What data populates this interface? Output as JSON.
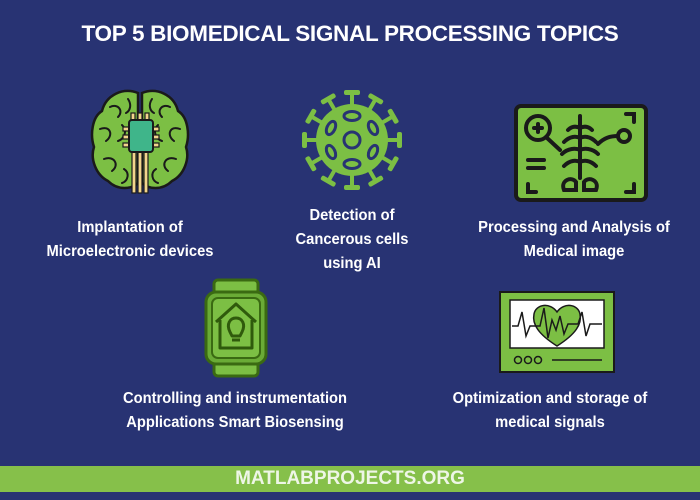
{
  "title": "TOP 5 BIOMEDICAL SIGNAL PROCESSING TOPICS",
  "topics": [
    {
      "label_lines": [
        "Implantation of",
        "Microelectronic devices"
      ],
      "icon": "brain-chip-icon"
    },
    {
      "label_lines": [
        "Detection of",
        "Cancerous cells",
        "using AI"
      ],
      "icon": "virus-cell-icon"
    },
    {
      "label_lines": [
        "Processing and Analysis of",
        "Medical image"
      ],
      "icon": "xray-scan-icon"
    },
    {
      "label_lines": [
        "Controlling and instrumentation",
        "Applications Smart Biosensing"
      ],
      "icon": "smartwatch-home-bulb-icon"
    },
    {
      "label_lines": [
        "Optimization and storage of",
        "medical signals"
      ],
      "icon": "heart-monitor-icon"
    }
  ],
  "footer": "MATLABPROJECTS.ORG",
  "colors": {
    "background": "#283373",
    "accent_green": "#86c04a",
    "text": "#ffffff"
  }
}
